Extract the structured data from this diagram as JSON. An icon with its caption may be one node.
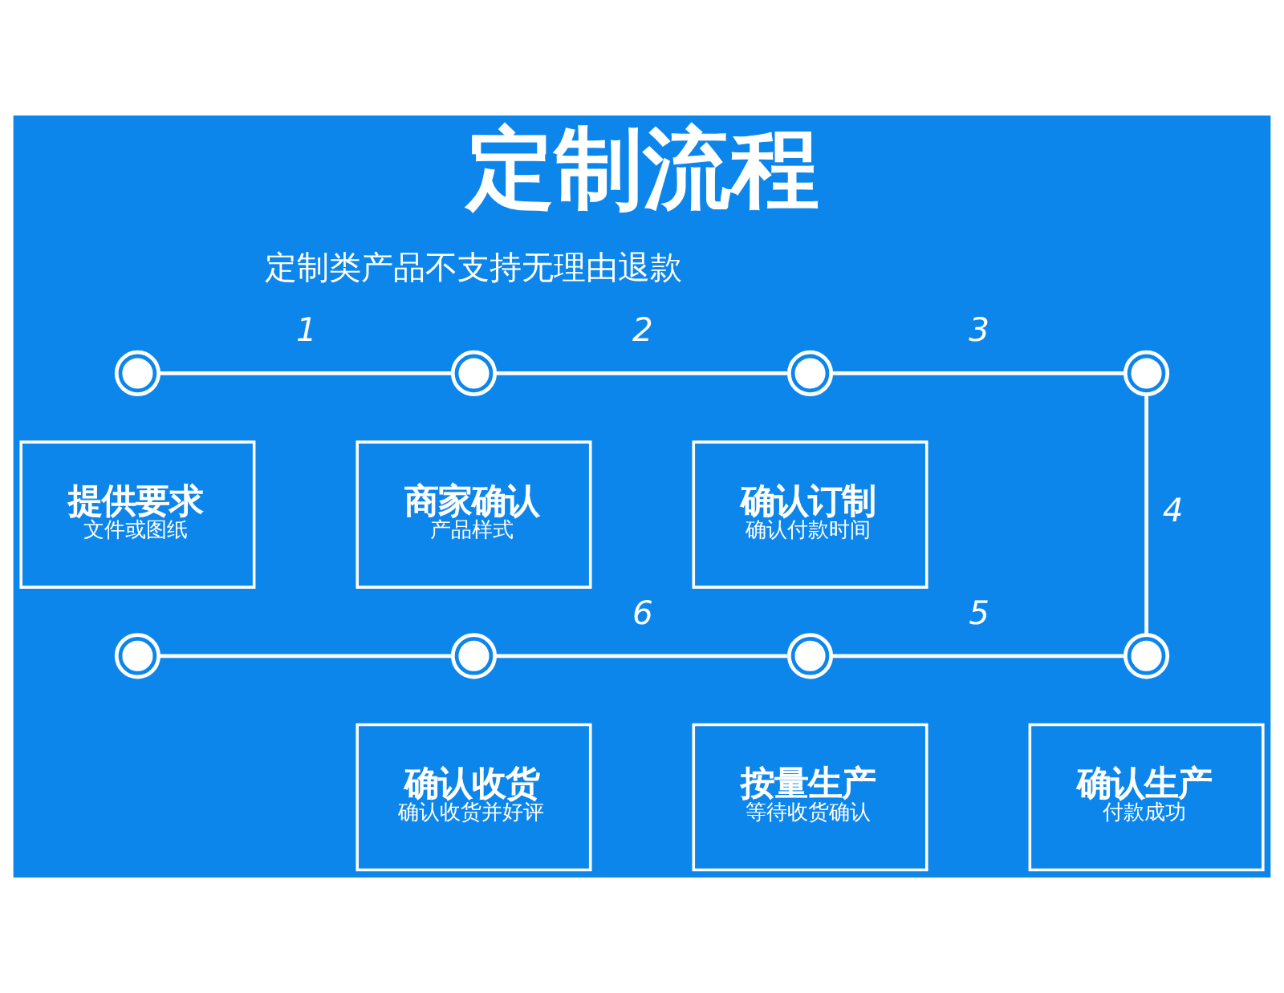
{
  "diagram": {
    "title": "定制流程",
    "nodes": [
      {
        "text": [],
        "shape": "circle"
      },
      {
        "text": [],
        "shape": "circle"
      },
      {
        "text": [],
        "shape": "circle"
      },
      {
        "text": [],
        "shape": "circle"
      },
      {
        "text": [
          "提供要求",
          "文件或图纸"
        ]
      },
      {
        "text": [
          "商家确认",
          "产品样式"
        ]
      },
      {
        "text": [
          "确认订制",
          "确认付款时间"
        ]
      },
      {
        "text": [],
        "shape": "circle"
      },
      {
        "text": [],
        "shape": "circle"
      },
      {
        "text": [],
        "shape": "circle"
      },
      {
        "text": [],
        "shape": "circle"
      },
      {
        "text": [
          "确认收货",
          "确认收货并好评"
        ]
      },
      {
        "text": [
          "按量生产",
          "等待收货确认"
        ]
      },
      {
        "text": [
          "确认生产",
          "付款成功"
        ]
      }
    ],
    "edges": [
      {
        "from": 0,
        "to": 1,
        "arrow": "none",
        "label": "1"
      },
      {
        "from": 1,
        "to": 2,
        "arrow": "none",
        "label": "2"
      },
      {
        "from": 2,
        "to": 3,
        "arrow": "none",
        "label": "3"
      },
      {
        "from": 3,
        "to": 10,
        "arrow": "none",
        "label": "4"
      },
      {
        "from": 9,
        "to": 10,
        "arrow": "none",
        "label": "5"
      },
      {
        "from": 8,
        "to": 9,
        "arrow": "none",
        "label": "6"
      },
      {
        "from": 7,
        "to": 8,
        "arrow": "none"
      }
    ],
    "labels": [
      "定制类产品不支持无理由退款"
    ]
  }
}
